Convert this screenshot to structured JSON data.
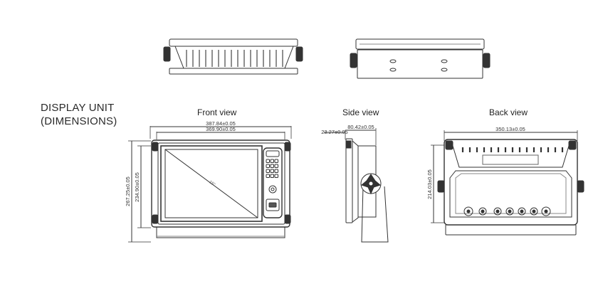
{
  "heading": {
    "line1": "DISPLAY UNIT",
    "line2": "(DIMENSIONS)"
  },
  "views": {
    "front": "Front view",
    "side": "Side view",
    "back": "Back view"
  },
  "dimensions": {
    "front_width_outer": "387.84±0.05",
    "front_width_inner": "369.90±0.05",
    "front_height_outer": "267.25±0.05",
    "front_height_inner": "234.90±0.05",
    "side_depth_small": "23.27±0.05",
    "side_depth_total": "80.42±0.05",
    "back_width": "350.13±0.05",
    "back_height": "214.03±0.05",
    "screen_diagonal": "15\""
  },
  "colors": {
    "line": "#333333",
    "light": "#888888"
  }
}
